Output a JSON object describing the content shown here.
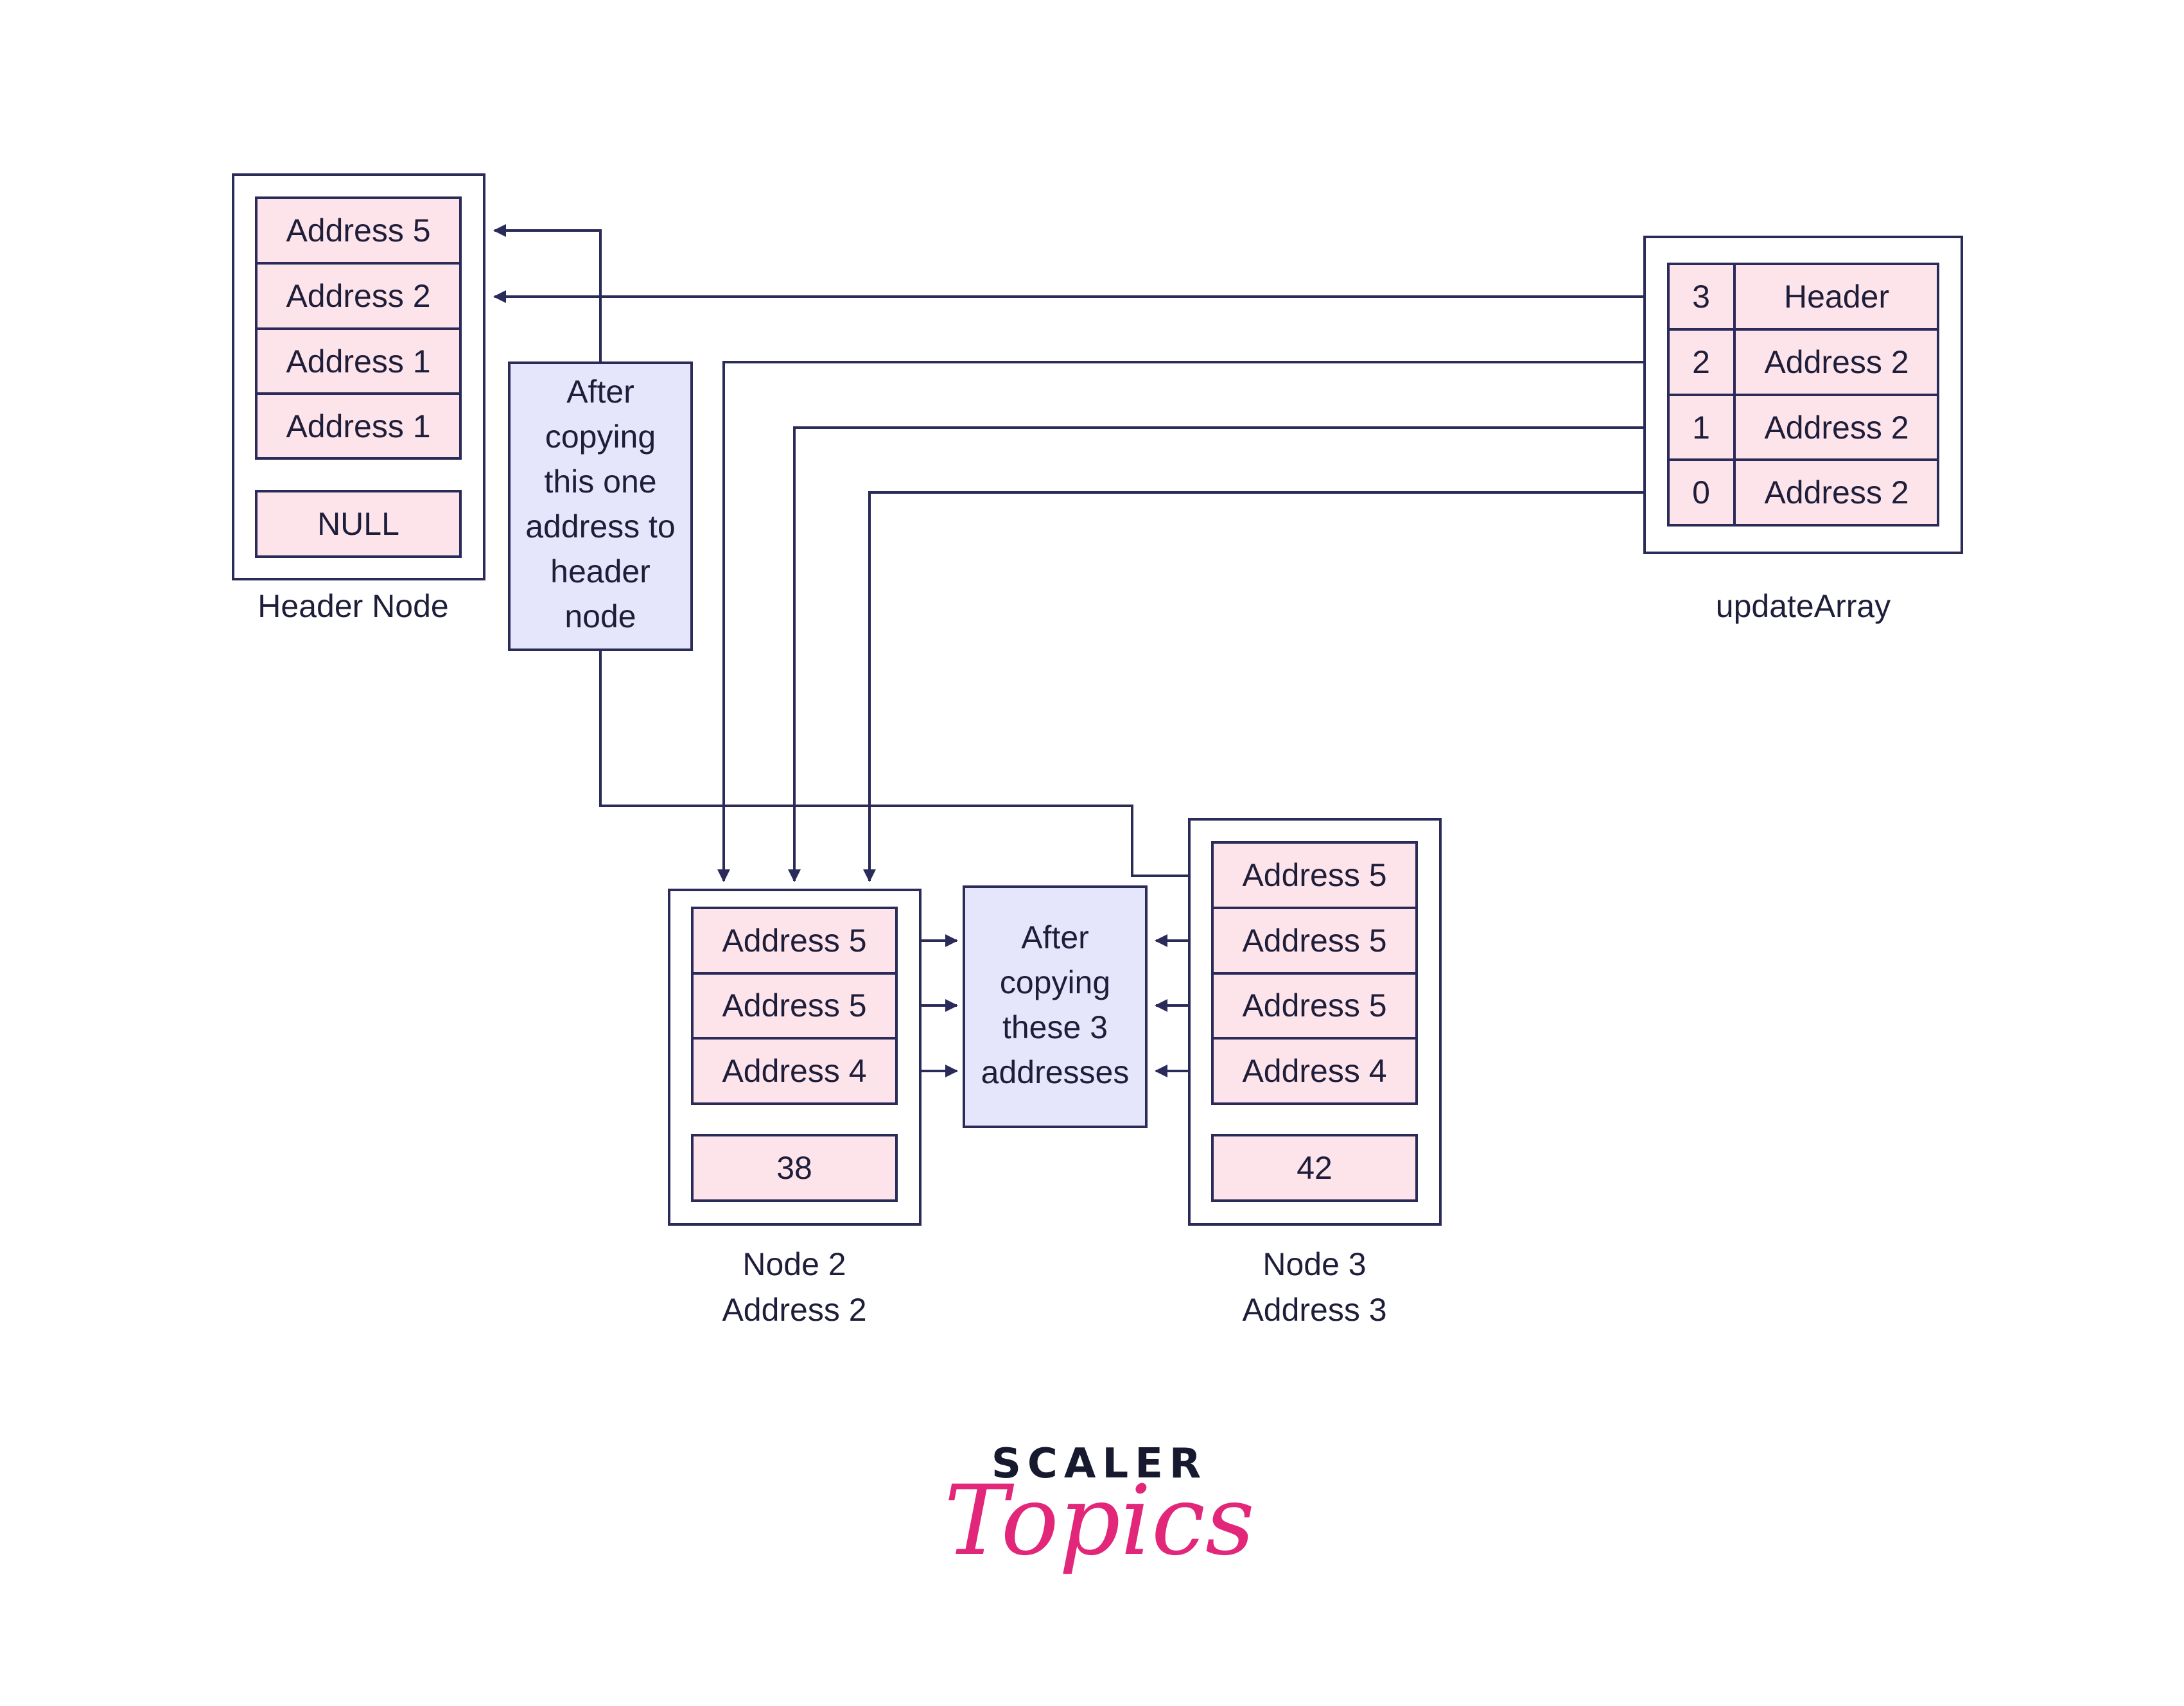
{
  "header_node": {
    "caption": "Header Node",
    "cells": [
      "Address 5",
      "Address 2",
      "Address 1",
      "Address 1"
    ],
    "tail": "NULL"
  },
  "update_array": {
    "caption": "updateArray",
    "rows": [
      {
        "index": "3",
        "value": "Header"
      },
      {
        "index": "2",
        "value": "Address 2"
      },
      {
        "index": "1",
        "value": "Address 2"
      },
      {
        "index": "0",
        "value": "Address 2"
      }
    ]
  },
  "note_single": {
    "lines": [
      "After",
      "copying",
      "this one",
      "address to",
      "header",
      "node"
    ]
  },
  "note_multi": {
    "lines": [
      "After",
      "copying",
      "these 3",
      "addresses"
    ]
  },
  "node2": {
    "caption_lines": [
      "Node 2",
      "Address 2"
    ],
    "cells": [
      "Address 5",
      "Address 5",
      "Address 4"
    ],
    "value": "38"
  },
  "node3": {
    "caption_lines": [
      "Node 3",
      "Address 3"
    ],
    "cells": [
      "Address 5",
      "Address 5",
      "Address 5",
      "Address 4"
    ],
    "value": "42"
  },
  "logo": {
    "top": "SCALER",
    "bottom": "Topics"
  },
  "colors": {
    "cell_fill": "#fde3ea",
    "note_fill": "#e5e5fc",
    "stroke": "#2b2b5a",
    "brand_pink": "#e2277a",
    "brand_dark": "#171a2e"
  }
}
